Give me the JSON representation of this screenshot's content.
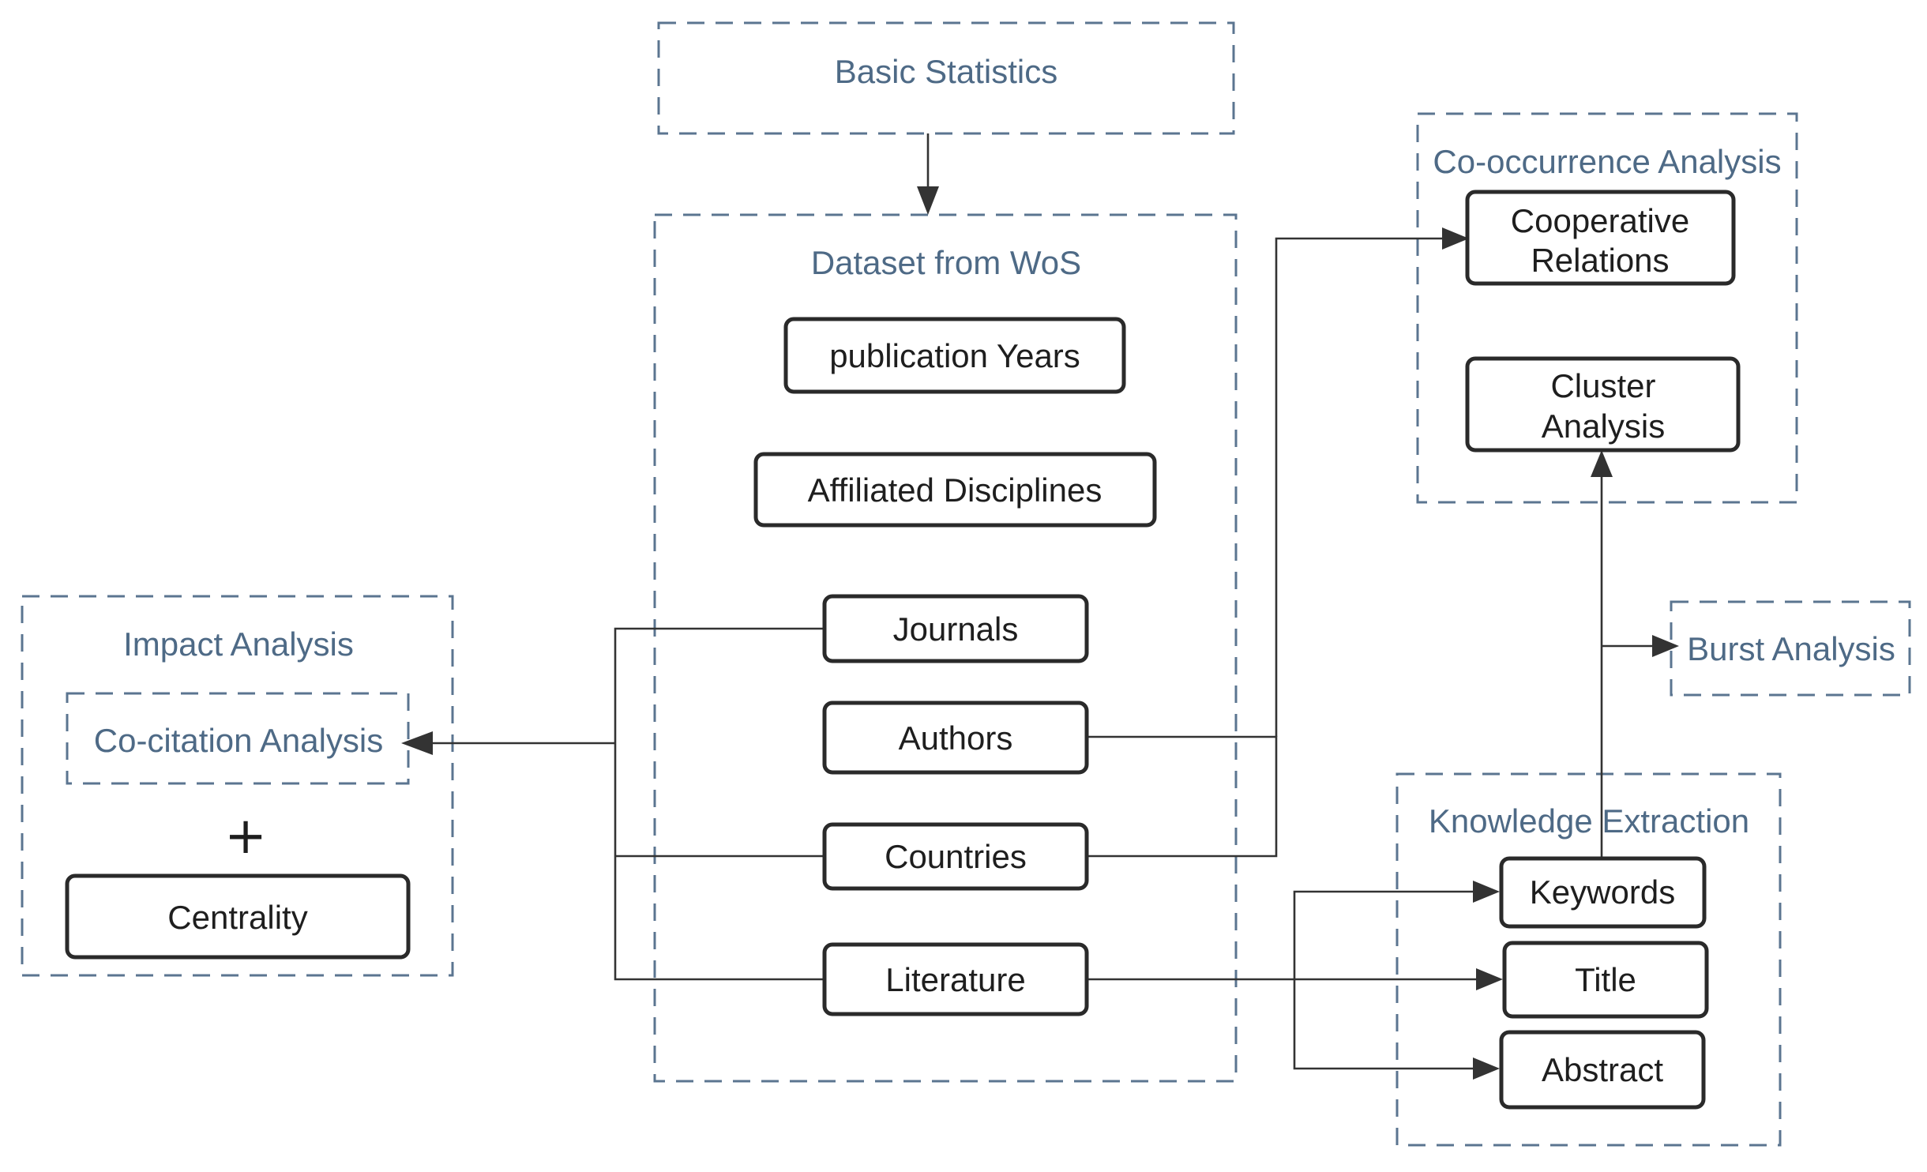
{
  "groups": {
    "basic_statistics": "Basic Statistics",
    "dataset": "Dataset from WoS",
    "impact_analysis": "Impact Analysis",
    "co_citation": "Co-citation Analysis",
    "co_occurrence": "Co-occurrence Analysis",
    "burst_analysis": "Burst Analysis",
    "knowledge_extraction": "Knowledge Extraction"
  },
  "nodes": {
    "publication_years": "publication Years",
    "affiliated_disciplines": "Affiliated Disciplines",
    "journals": "Journals",
    "authors": "Authors",
    "countries": "Countries",
    "literature": "Literature",
    "centrality": "Centrality",
    "cooperative_relations": [
      "Cooperative",
      "Relations"
    ],
    "cluster_analysis": [
      "Cluster",
      "Analysis"
    ],
    "keywords": "Keywords",
    "title": "Title",
    "abstract": "Abstract"
  },
  "symbols": {
    "plus": "+"
  },
  "colors": {
    "group_border": "#5b7590",
    "group_text": "#4e6a86",
    "node_border": "#2a2a2a",
    "connector": "#333333"
  }
}
